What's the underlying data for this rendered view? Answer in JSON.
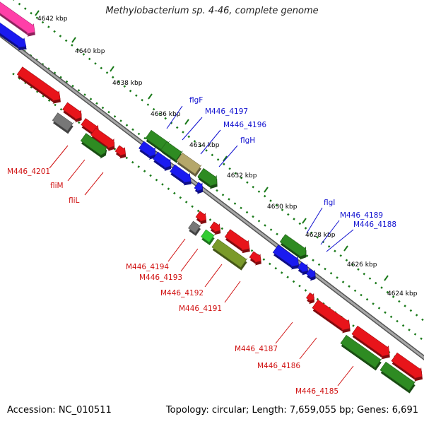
{
  "header": {
    "title": "Methylobacterium sp. 4-46, complete genome"
  },
  "footer": {
    "accession": "Accession: NC_010511",
    "summary": "Topology: circular; Length: 7,659,055 bp; Genes: 6,691"
  },
  "colors": {
    "backbone": "#8c8c8c",
    "forward_strand": "#e8141a",
    "reverse_strand": "#1a1af0",
    "rna": "#2e8b22",
    "highlight_pink": "#ff3fa8",
    "gray_gene": "#777777",
    "light_green": "#33cc33",
    "olive": "#7a9a2a",
    "tan": "#b5a76a",
    "ruler_dots": "#1a7a1a",
    "label_blue": "#1010d0",
    "label_red": "#d01010"
  },
  "ruler_ticks": [
    {
      "label": "4642 kbp"
    },
    {
      "label": "4640 kbp"
    },
    {
      "label": "4638 kbp"
    },
    {
      "label": "4636 kbp"
    },
    {
      "label": "4634 kbp"
    },
    {
      "label": "4632 kbp"
    },
    {
      "label": "4630 kbp"
    },
    {
      "label": "4628 kbp"
    },
    {
      "label": "4626 kbp"
    },
    {
      "label": "4624 kbp"
    }
  ],
  "gene_labels_upper": [
    {
      "name": "flgF"
    },
    {
      "name": "M446_4197"
    },
    {
      "name": "M446_4196"
    },
    {
      "name": "flgH"
    },
    {
      "name": "flgI"
    },
    {
      "name": "M446_4189"
    },
    {
      "name": "M446_4188"
    }
  ],
  "gene_labels_lower": [
    {
      "name": "M446_4201"
    },
    {
      "name": "fliM"
    },
    {
      "name": "fliL"
    },
    {
      "name": "M446_4194"
    },
    {
      "name": "M446_4193"
    },
    {
      "name": "M446_4192"
    },
    {
      "name": "M446_4191"
    },
    {
      "name": "M446_4187"
    },
    {
      "name": "M446_4186"
    },
    {
      "name": "M446_4185"
    }
  ]
}
